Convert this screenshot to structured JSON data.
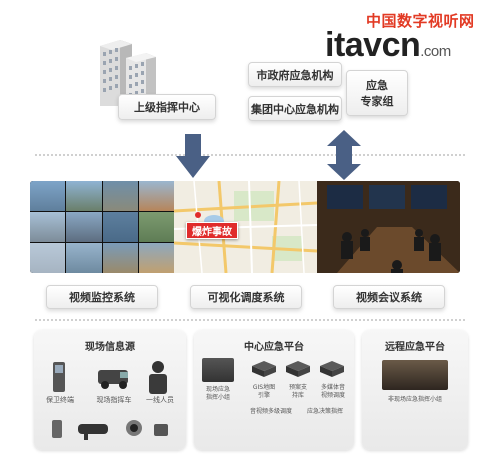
{
  "watermark": {
    "cn": "中国数字视听网",
    "en": "itavcn",
    "suffix": ".com"
  },
  "top": {
    "superior_center": "上级指挥中心",
    "city_agency": "市政府应急机构",
    "group_agency": "集团中心应急机构",
    "expert_group_line1": "应急",
    "expert_group_line2": "专家组"
  },
  "map": {
    "alert_label": "爆炸事故"
  },
  "systems": [
    "视频监控系统",
    "可视化调度系统",
    "视频会议系统"
  ],
  "platforms": {
    "site": {
      "title": "现场信息源",
      "items": [
        "保卫终端",
        "现场指挥车",
        "一线人员"
      ]
    },
    "center": {
      "title": "中心应急平台",
      "command_group_line1": "现场应急",
      "command_group_line2": "指挥小组",
      "modules": [
        {
          "line1": "GIS地图",
          "line2": "引擎"
        },
        {
          "line1": "预案支",
          "line2": "持库"
        },
        {
          "line1": "多媒体音",
          "line2": "视频调度"
        }
      ],
      "footer": [
        "音视频多级调度",
        "应急决策指挥"
      ]
    },
    "remote": {
      "title": "远程应急平台",
      "caption": "非现场应急指挥小组"
    }
  },
  "colors": {
    "arrow": "#4a6085",
    "alert": "#e02b2b",
    "watermark_red": "#e23a24"
  }
}
